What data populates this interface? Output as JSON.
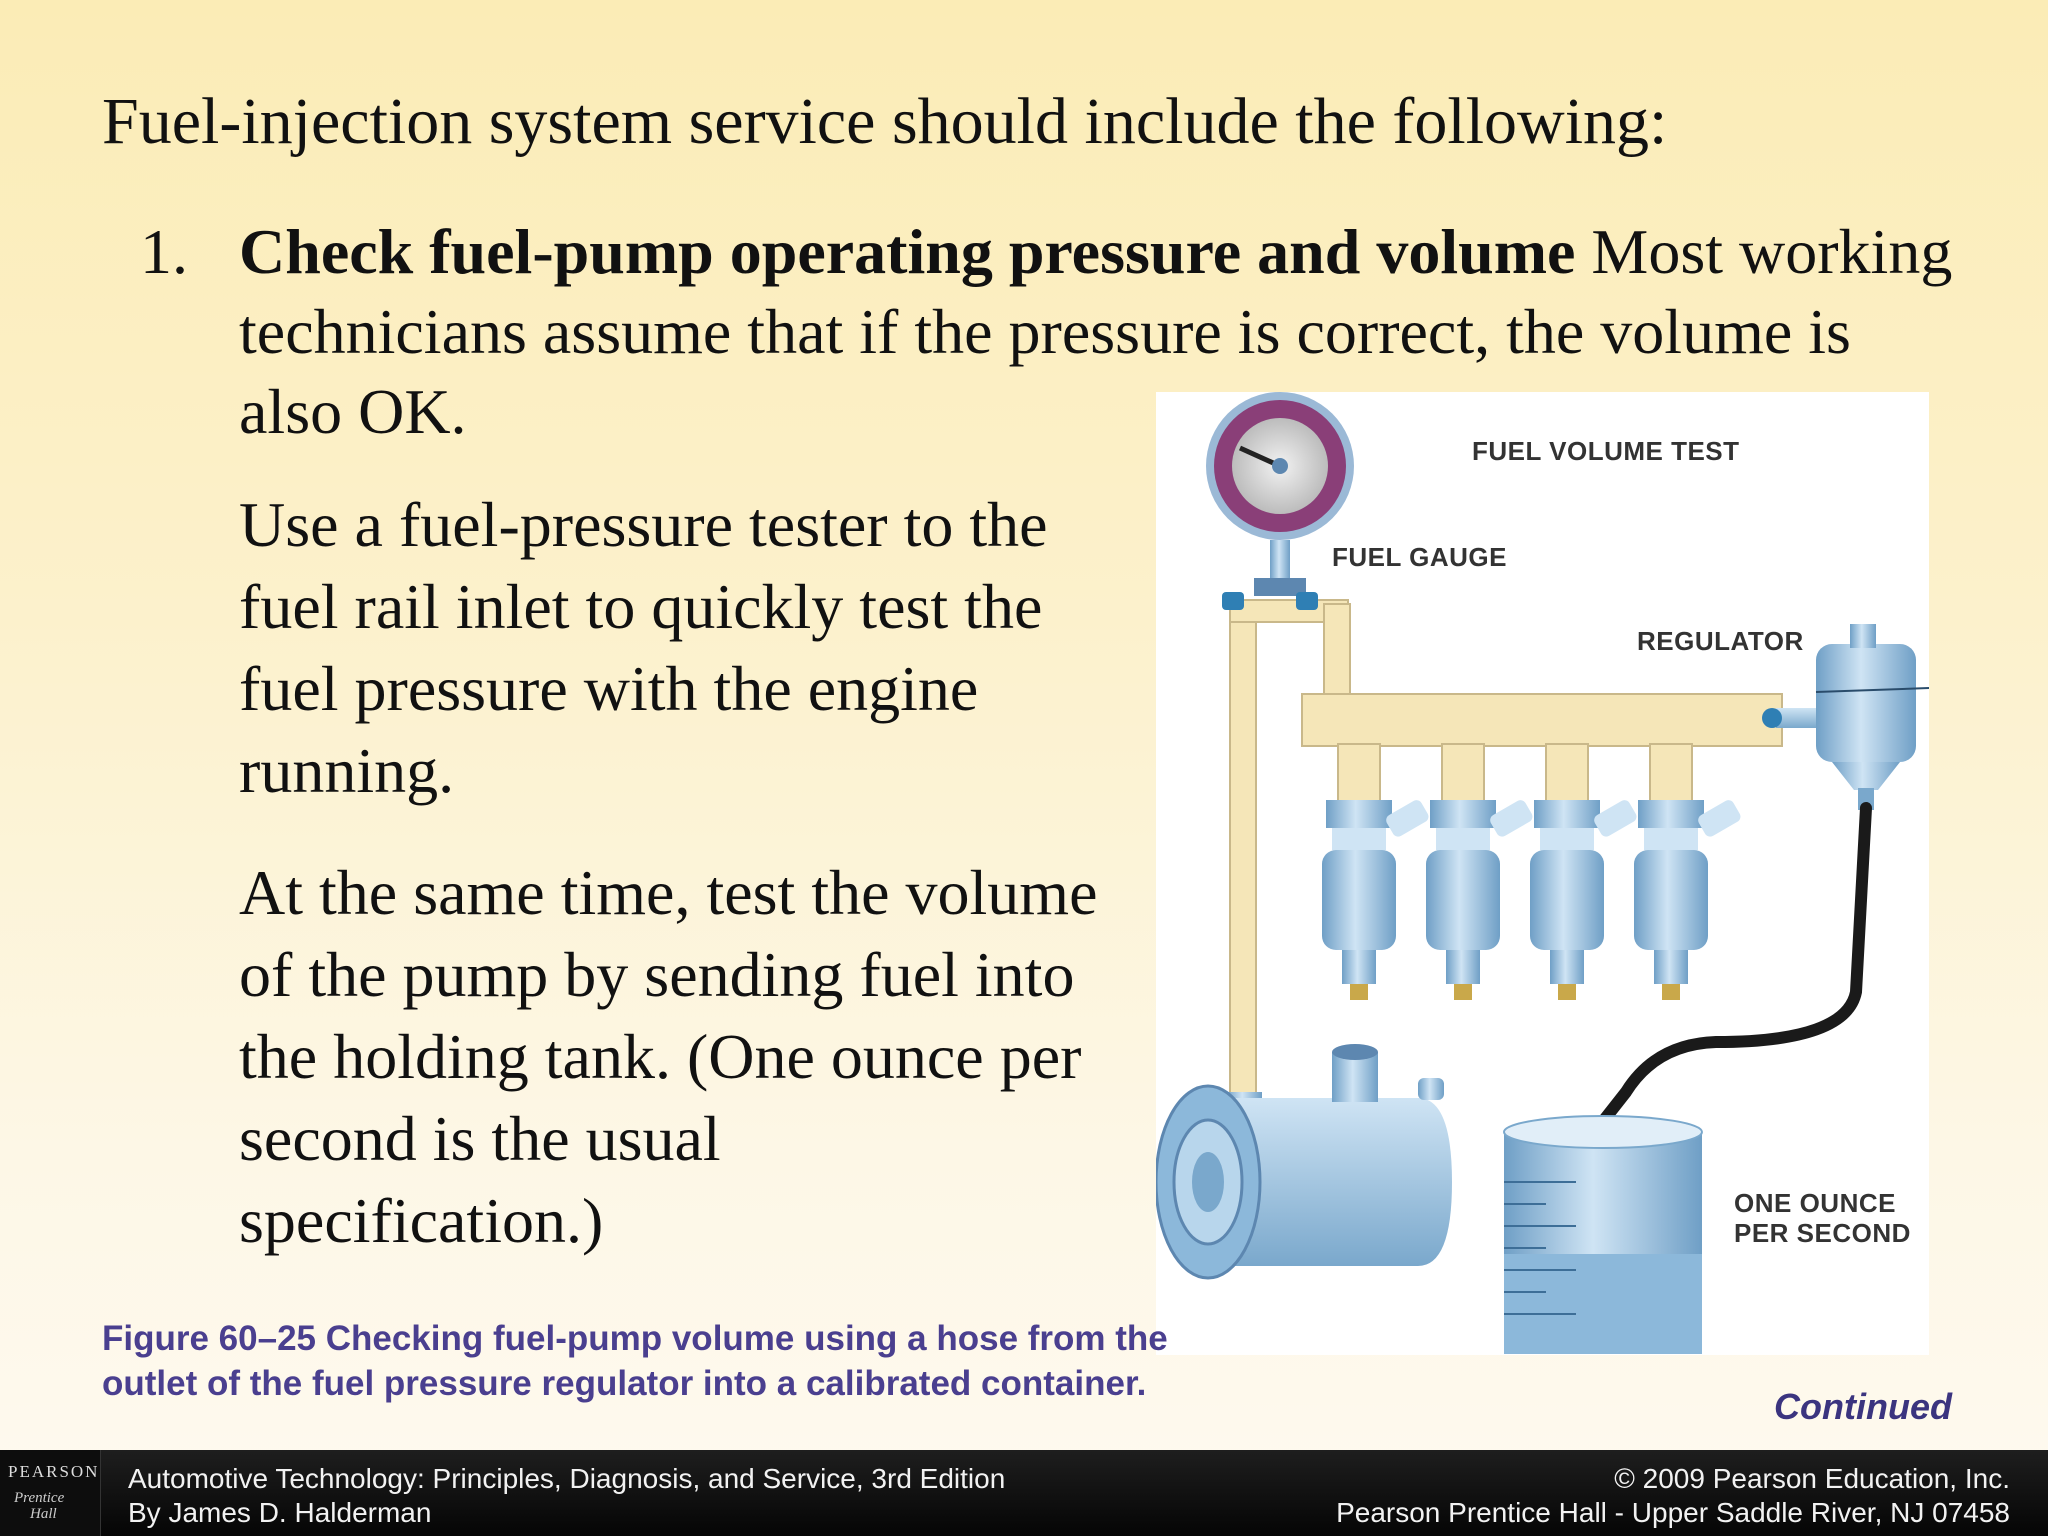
{
  "slide": {
    "heading": "Fuel-injection system service should include the following:",
    "item_number": "1.",
    "item_bold": "Check fuel-pump operating pressure and volume",
    "item_rest": " Most working technicians assume that if the pressure is correct, the volume is also OK.",
    "paragraph_1": "Use a fuel-pressure tester to the fuel rail inlet to quickly test the fuel pressure with the engine running.",
    "paragraph_2": "At the same time, test the volume of the pump by sending fuel into the holding tank. (One ounce per second is the usual specification.)"
  },
  "figure": {
    "title": "FUEL VOLUME TEST",
    "label_gauge": "FUEL GAUGE",
    "label_regulator": "REGULATOR",
    "label_rate_1": "ONE OUNCE",
    "label_rate_2": "PER SECOND",
    "colors": {
      "rail": "#f5e6b8",
      "metal_blue": "#9fc6e4",
      "gauge_ring": "#8a3f78",
      "hose": "#1a1a1a"
    }
  },
  "caption": {
    "line_1": "Figure 60–25  Checking fuel-pump volume using a hose from the",
    "line_2": "outlet of the fuel pressure regulator into a calibrated container."
  },
  "continued": "Continued",
  "footer": {
    "logo_word": "PEARSON",
    "logo_imprint_1": "Prentice",
    "logo_imprint_2": "Hall",
    "left_line_1": "Automotive Technology: Principles, Diagnosis, and Service, 3rd Edition",
    "left_line_2": "By James D. Halderman",
    "right_line_1": "© 2009 Pearson Education, Inc.",
    "right_line_2": "Pearson Prentice Hall - Upper Saddle River, NJ 07458"
  }
}
